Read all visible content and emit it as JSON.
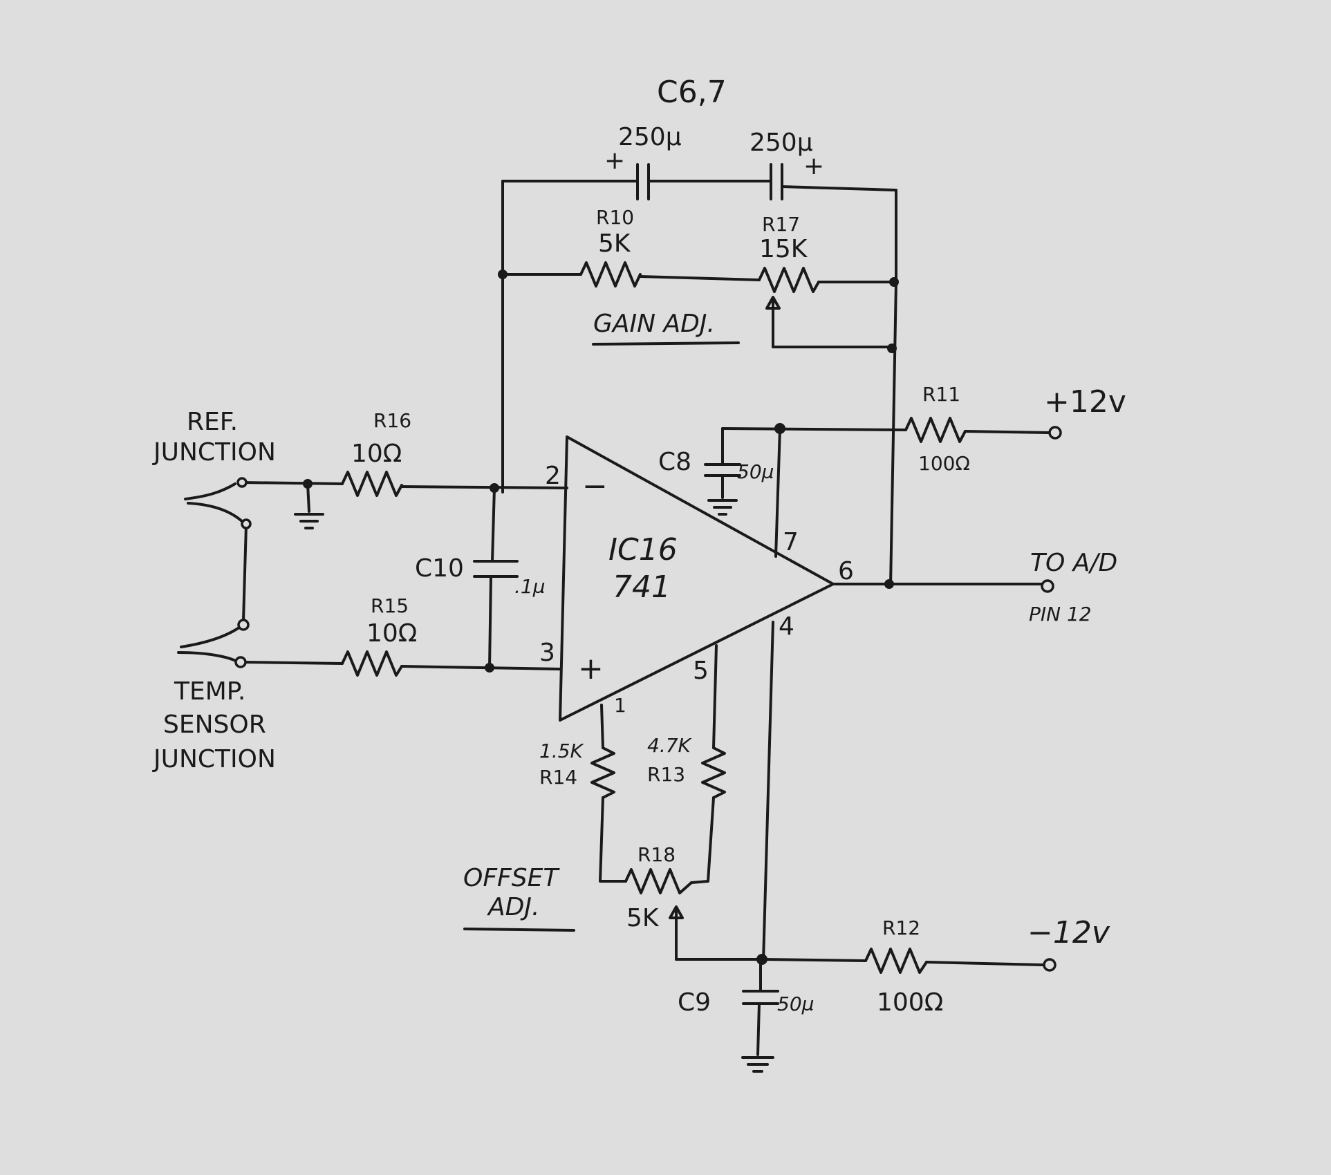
{
  "labels": {
    "cap_group": "C6,7",
    "c6_value": "250µ",
    "c7_value": "250µ",
    "c6_pol": "+",
    "c7_pol": "+",
    "r10_ref": "R10",
    "r10_value": "5K",
    "r17_ref": "R17",
    "r17_value": "15K",
    "gain_adj": "GAIN ADJ.",
    "r11_ref": "R11",
    "r11_value": "100Ω",
    "plus12": "+12v",
    "ref_junction_1": "REF.",
    "ref_junction_2": "JUNCTION",
    "r16_ref": "R16",
    "r16_value": "10Ω",
    "c8_ref": "C8",
    "c8_value": "50µ",
    "pin2": "2",
    "minus": "−",
    "pin7": "7",
    "ic_ref": "IC16",
    "ic_type": "741",
    "pin6": "6",
    "to_ad_1": "TO A/D",
    "to_ad_2": "PIN 12",
    "c10_ref": "C10",
    "c10_value": ".1µ",
    "r15_ref": "R15",
    "r15_value": "10Ω",
    "pin3": "3",
    "plus": "+",
    "pin4": "4",
    "pin5": "5",
    "pin1": "1",
    "temp_1": "TEMP.",
    "temp_2": "SENSOR",
    "temp_3": "JUNCTION",
    "r14_value": "1.5K",
    "r14_ref": "R14",
    "r13_value": "4.7K",
    "r13_ref": "R13",
    "r18_ref": "R18",
    "r18_value": "5K",
    "offset_1": "OFFSET",
    "offset_2": "ADJ.",
    "r12_ref": "R12",
    "r12_value": "100Ω",
    "minus12": "−12v",
    "c9_ref": "C9",
    "c9_value": "50µ"
  }
}
